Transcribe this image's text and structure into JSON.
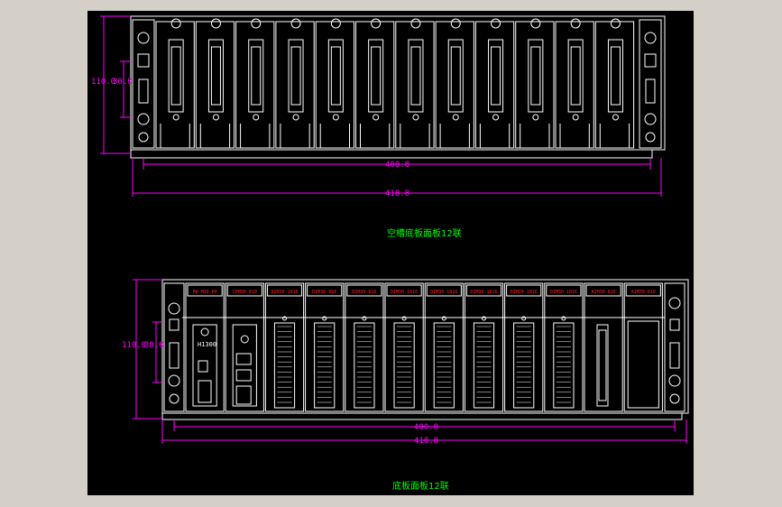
{
  "colors": {
    "background": "#000000",
    "frame": "#d4d0c8",
    "outline": "#ffffff",
    "dimension": "#ff00ff",
    "caption": "#00ff00",
    "module_label": "#ff2020"
  },
  "top_view": {
    "caption": "空槽底板面板12联",
    "height_outer": "110.0",
    "height_inner": "30.0",
    "width_inner": "400.8",
    "width_outer": "418.8",
    "slot_count": 12
  },
  "bottom_view": {
    "caption": "底板面板12联",
    "height_outer": "110.0",
    "height_inner": "30.0",
    "width_inner": "400.8",
    "width_outer": "418.8",
    "cpu_label": "H1300",
    "module_labels": [
      "PW-M30-00",
      "CPM30-010",
      "DIM30-1016",
      "DIM30-016",
      "DIM30-016",
      "DIM30-1016",
      "DIM30-1016",
      "DIM30-1016",
      "DIM30-1016",
      "DIM30-1016",
      "AIM30-010",
      "AIM30-010"
    ]
  }
}
